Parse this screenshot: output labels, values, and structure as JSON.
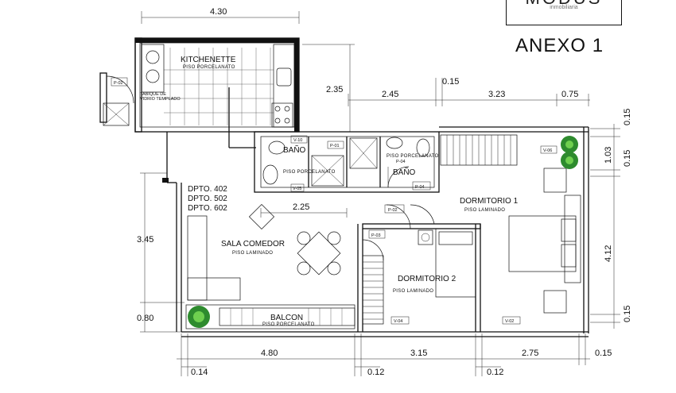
{
  "header": {
    "brand": "MODUS",
    "brand_sub": "inmobiliaria",
    "annex_title": "ANEXO 1"
  },
  "units": [
    "DPTO. 402",
    "DPTO. 502",
    "DPTO. 602"
  ],
  "rooms": {
    "kitchenette": {
      "name": "KITCHENETTE",
      "floor": "PISO PORCELANATO"
    },
    "bano1": {
      "name": "BAÑO",
      "floor": "PISO PORCELANATO"
    },
    "bano2": {
      "name": "BAÑO",
      "floor": "PISO PORCELANATO"
    },
    "dormitorio1": {
      "name": "DORMITORIO 1",
      "floor": "PISO LAMINADO"
    },
    "dormitorio2": {
      "name": "DORMITORIO 2",
      "floor": "PISO LAMINADO"
    },
    "sala": {
      "name": "SALA  COMEDOR",
      "floor": "PISO  LAMINADO"
    },
    "balcon": {
      "name": "BALCON",
      "floor": "PISO PORCELANATO"
    }
  },
  "notes": {
    "tabique": "TABIQUE DE",
    "vidrio": "VIDRIO TEMPLADO"
  },
  "tags": {
    "p02_left": "P-02",
    "v10": "V-10",
    "p01": "P-01",
    "v05": "V-05",
    "p04": "P-04",
    "p02_mid": "P-02",
    "p03": "P-03",
    "v06": "V-06",
    "v04": "V-04",
    "v02": "V-02",
    "p04b": "P-04"
  },
  "dimensions": {
    "top_width": "4.30",
    "kitchen_depth": "2.35",
    "gap_top": "0.15",
    "bath_width": "2.45",
    "bed1_width": "3.23",
    "right_edge": "0.75",
    "right_a": "0.15",
    "right_b": "1.03",
    "right_c": "0.15",
    "right_d": "4.12",
    "right_e": "0.15",
    "living_inner": "2.25",
    "left_a": "3.45",
    "left_b": "0.80",
    "bottom_a": "4.80",
    "bottom_b": "3.15",
    "bottom_c": "2.75",
    "bottom_d": "0.15",
    "low_a": "0.14",
    "low_b": "0.12",
    "low_c": "0.12"
  }
}
